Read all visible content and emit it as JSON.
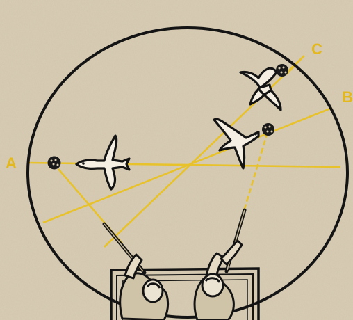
{
  "diagram": {
    "labels": [
      {
        "id": "A",
        "text": "A"
      },
      {
        "id": "B",
        "text": "B"
      },
      {
        "id": "C",
        "text": "C"
      }
    ],
    "colors": {
      "background": "#d9cdb4",
      "line": "#e8c22a",
      "outline": "#141414",
      "label": "#e3b81f",
      "bird_fill": "#f4efe2"
    },
    "icons": [
      "duck-icon",
      "shotgun-icon",
      "hunter-icon",
      "shot-pattern-icon",
      "blind-icon"
    ]
  }
}
